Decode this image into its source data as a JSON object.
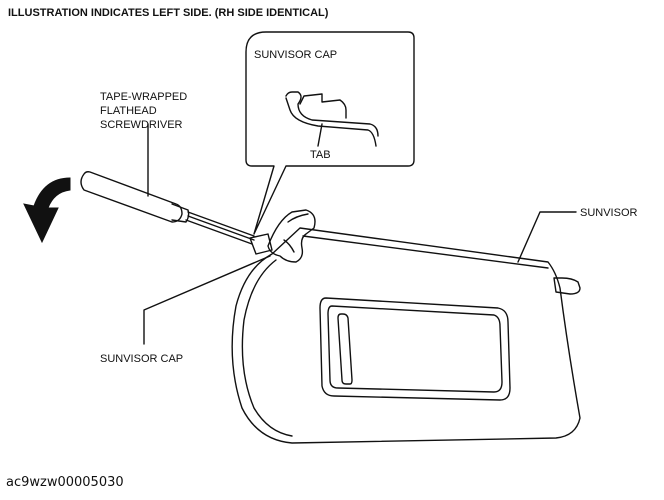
{
  "header": {
    "text": "ILLUSTRATION INDICATES LEFT SIDE. (RH SIDE IDENTICAL)"
  },
  "labels": {
    "tool_line1": "TAPE-WRAPPED",
    "tool_line2": "FLATHEAD",
    "tool_line3": "SCREWDRIVER",
    "detail_cap": "SUNVISOR CAP",
    "detail_tab": "TAB",
    "sunvisor": "SUNVISOR",
    "cap": "SUNVISOR CAP"
  },
  "footer": {
    "code": "ac9wzw00005030"
  },
  "colors": {
    "line": "#111111",
    "background": "#ffffff"
  },
  "icons": {
    "direction": "curved-arrow-down-icon"
  }
}
